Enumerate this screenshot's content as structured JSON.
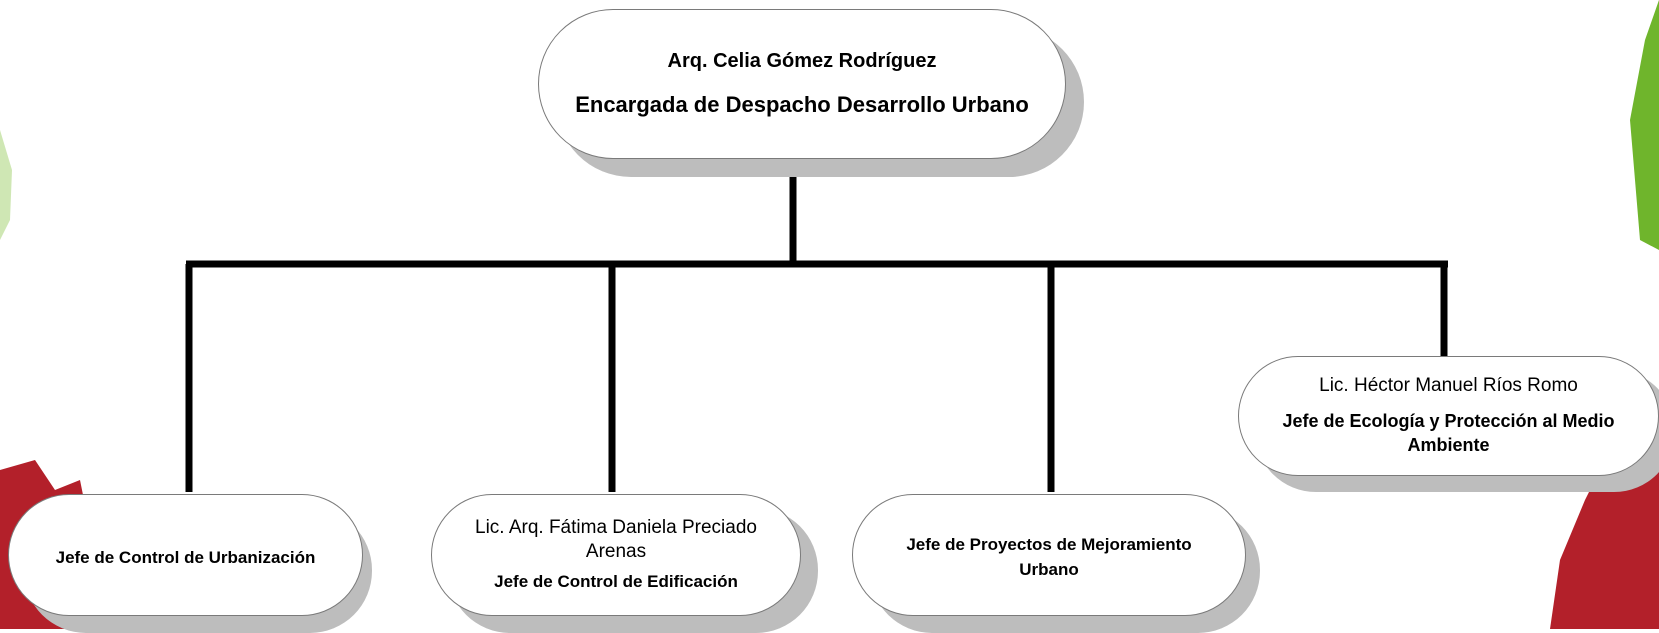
{
  "colors": {
    "connector": "#000000",
    "node_border": "#7a7a7a",
    "node_shadow": "#bdbdbd",
    "accent_green": "#6fb52c",
    "accent_red": "#b3202a"
  },
  "org_chart": {
    "top": {
      "name": "Arq. Celia Gómez Rodríguez",
      "role": "Encargada de Despacho Desarrollo Urbano"
    },
    "children": [
      {
        "name": "",
        "role": "Jefe de Control de Urbanización"
      },
      {
        "name": "Lic. Arq. Fátima Daniela Preciado Arenas",
        "role": "Jefe de Control de Edificación"
      },
      {
        "name": "",
        "role": "Jefe de Proyectos de Mejoramiento Urbano"
      },
      {
        "name": "Lic. Héctor Manuel Ríos Romo",
        "role": "Jefe de Ecología y Protección al Medio Ambiente"
      }
    ]
  }
}
